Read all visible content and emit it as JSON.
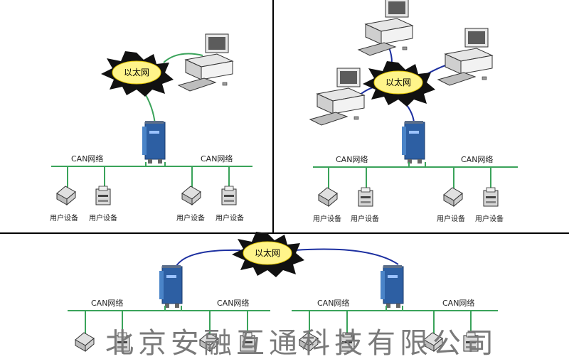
{
  "ethernet_label": "以太网",
  "can_label": "CAN网络",
  "device_label": "用户设备",
  "watermark": "北京安融互通科技有限公司",
  "colors": {
    "can_bus": "#3aa35a",
    "eth_green": "#3aa35a",
    "eth_blue": "#1c2fa0",
    "cloud_fill": "#fff48a",
    "cloud_glow": "#111111",
    "gateway_blue": "#3a6fb5",
    "frame": "#000000"
  },
  "icons": [
    "computer-icon",
    "cloud-icon",
    "gateway-icon",
    "user-device-icon"
  ]
}
